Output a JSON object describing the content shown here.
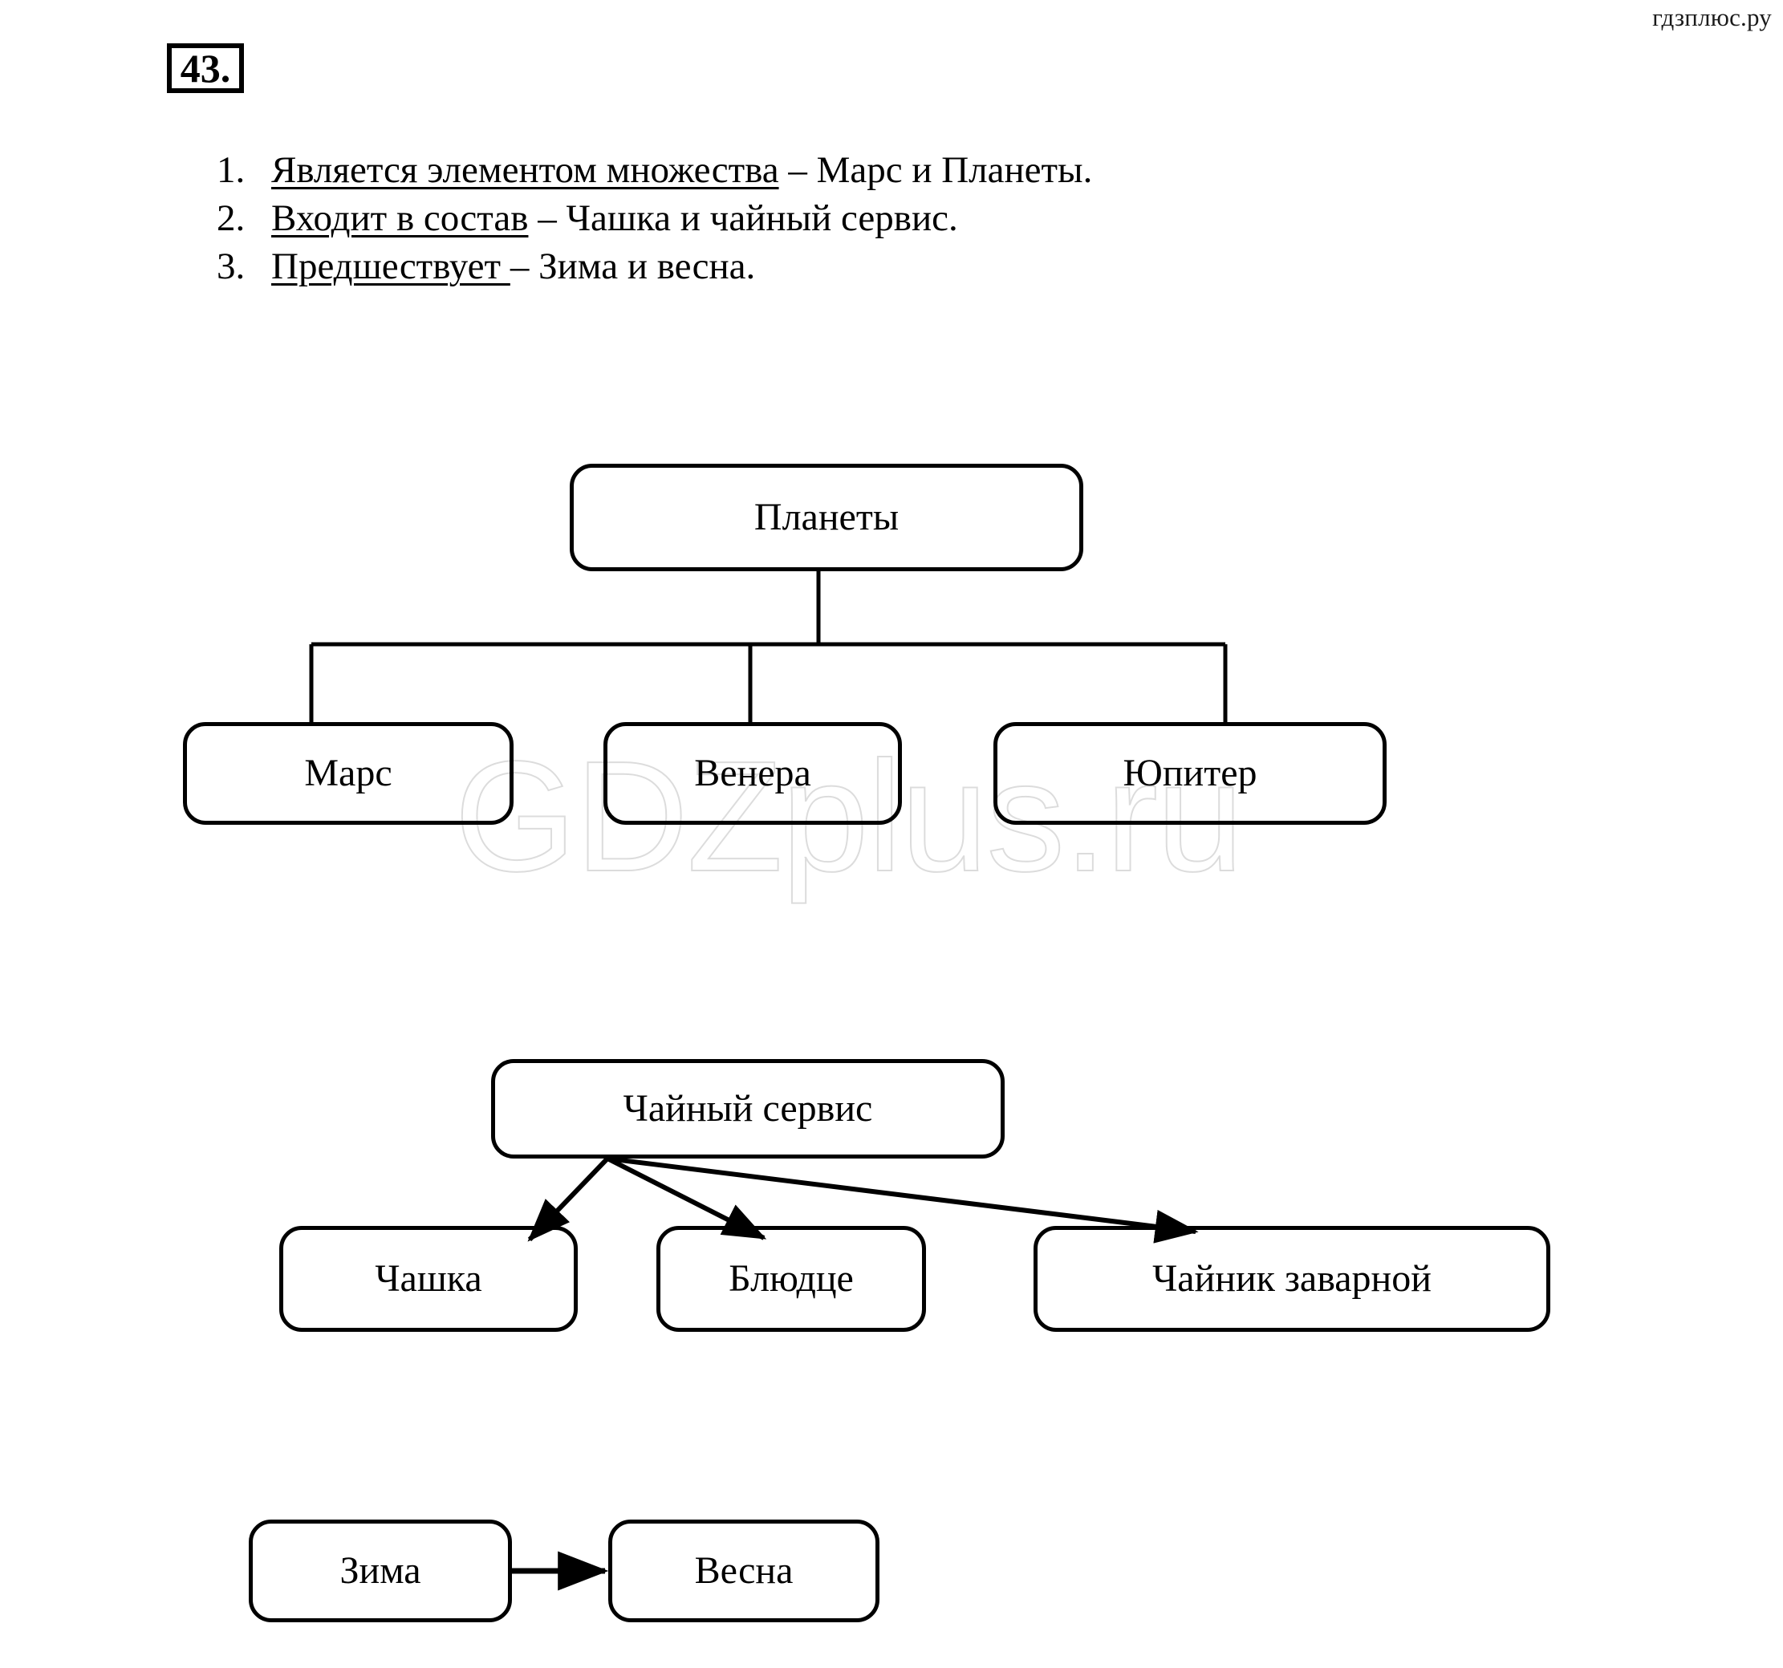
{
  "site_mark": "гдзплюс.ру",
  "watermark": "GDZplus.ru",
  "exercise": {
    "number": "43."
  },
  "answers": [
    {
      "index": "1.",
      "term": "Является элементом множества",
      "rest": " – Марс и Планеты."
    },
    {
      "index": "2.",
      "term": "Входит в состав",
      "rest": " – Чашка и чайный сервис."
    },
    {
      "index": "3.",
      "term": "Предшествует ",
      "rest": "– Зима и весна."
    }
  ],
  "diagrams": [
    {
      "id": "planets",
      "relation": "is-element-of-set",
      "root": "Планеты",
      "children": [
        "Марс",
        "Венера",
        "Юпитер"
      ],
      "connector_style": "orthogonal-tree"
    },
    {
      "id": "tea-service",
      "relation": "is-part-of",
      "root": "Чайный сервис",
      "children": [
        "Чашка",
        "Блюдце",
        "Чайник заварной"
      ],
      "connector_style": "radiating-arrows"
    },
    {
      "id": "seasons",
      "relation": "precedes",
      "root": "Зима",
      "children": [
        "Весна"
      ],
      "connector_style": "single-arrow"
    }
  ],
  "colors": {
    "ink": "#000000",
    "paper": "#ffffff",
    "watermark": "#dcdcdc"
  }
}
